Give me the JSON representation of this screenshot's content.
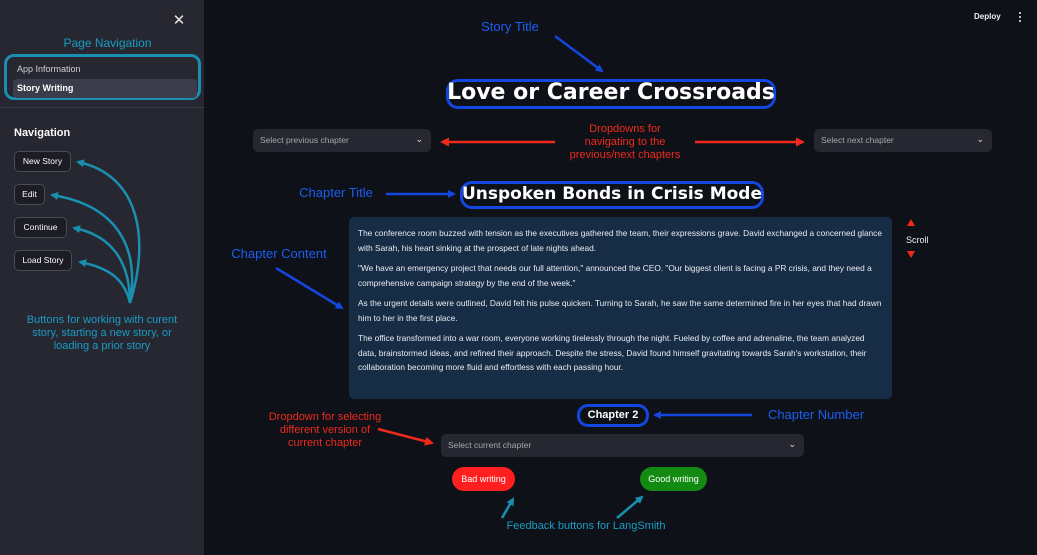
{
  "sidebar": {
    "close_symbol": "✕",
    "pages": [
      {
        "label": "App Information",
        "active": false
      },
      {
        "label": "Story Writing",
        "active": true
      }
    ],
    "nav_heading": "Navigation",
    "buttons": {
      "new_story": "New Story",
      "edit": "Edit",
      "continue": "Continue",
      "load_story": "Load Story"
    }
  },
  "header": {
    "deploy_label": "Deploy"
  },
  "main": {
    "story_title": "Love or Career Crossroads",
    "select_prev_placeholder": "Select previous chapter",
    "select_next_placeholder": "Select next chapter",
    "chapter_title": "Unspoken Bonds in Crisis Mode",
    "paragraphs": [
      "The conference room buzzed with tension as the executives gathered the team, their expressions grave. David exchanged a concerned glance with Sarah, his heart sinking at the prospect of late nights ahead.",
      "\"We have an emergency project that needs our full attention,\" announced the CEO. \"Our biggest client is facing a PR crisis, and they need a comprehensive campaign strategy by the end of the week.\"",
      "As the urgent details were outlined, David felt his pulse quicken. Turning to Sarah, he saw the same determined fire in her eyes that had drawn him to her in the first place.",
      "The office transformed into a war room, everyone working tirelessly through the night. Fueled by coffee and adrenaline, the team analyzed data, brainstormed ideas, and refined their approach. Despite the stress, David found himself gravitating towards Sarah's workstation, their collaboration becoming more fluid and effortless with each passing hour."
    ],
    "scroll_label": "Scroll",
    "chapter_number": "Chapter 2",
    "select_current_placeholder": "Select current chapter",
    "bad_writing_label": "Bad writing",
    "good_writing_label": "Good writing"
  },
  "annotations": {
    "page_navigation": "Page Navigation",
    "story_title": "Story Title",
    "dropdowns": [
      "Dropdowns for",
      "navigating to the",
      "previous/next chapters"
    ],
    "chapter_title": "Chapter Title",
    "chapter_content": "Chapter Content",
    "sidebar_buttons": [
      "Buttons for working with curent",
      "story, starting a new story, or",
      "loading a prior story"
    ],
    "chapter_number": "Chapter Number",
    "version_dropdown": [
      "Dropdown for selecting",
      "different version of",
      "current chapter"
    ],
    "feedback": "Feedback buttons for LangSmith"
  },
  "colors": {
    "annotation_teal": "#1a9cc4",
    "annotation_blue": "#1b5ef0",
    "annotation_red": "#ef2a1c",
    "bad_button": "#ff1f1f",
    "good_button": "#138a12",
    "content_bg": "#172d45"
  },
  "icons": {
    "close": "close-icon",
    "chevron": "chevron-down-icon",
    "menu": "kebab-menu-icon",
    "scroll_up": "triangle-up-icon",
    "scroll_down": "triangle-down-icon"
  }
}
